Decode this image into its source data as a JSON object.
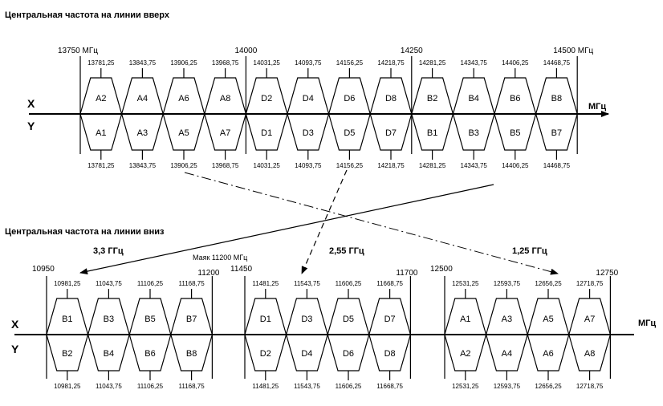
{
  "uplink": {
    "title": "Центральная частота на линии вверх",
    "edges": [
      "13750 МГц",
      "14000",
      "14250",
      "14500 МГц"
    ],
    "x_label": "X",
    "y_label": "Y",
    "unit": "МГц",
    "x_channels": [
      "A2",
      "A4",
      "A6",
      "A8",
      "D2",
      "D4",
      "D6",
      "D8",
      "B2",
      "B4",
      "B6",
      "B8"
    ],
    "y_channels": [
      "A1",
      "A3",
      "A5",
      "A7",
      "D1",
      "D3",
      "D5",
      "D7",
      "B1",
      "B3",
      "B5",
      "B7"
    ],
    "freqs": [
      "13781,25",
      "13843,75",
      "13906,25",
      "13968,75",
      "14031,25",
      "14093,75",
      "14156,25",
      "14218,75",
      "14281,25",
      "14343,75",
      "14406,25",
      "14468,75"
    ]
  },
  "downlink": {
    "title": "Центральная частота на линии вниз",
    "x_label": "X",
    "y_label": "Y",
    "unit": "МГц",
    "beacon": "Маяк 11200 МГц",
    "groups": [
      {
        "edges": [
          "10950",
          "11200"
        ],
        "x_channels": [
          "B1",
          "B3",
          "B5",
          "B7"
        ],
        "y_channels": [
          "B2",
          "B4",
          "B6",
          "B8"
        ],
        "freqs": [
          "10981,25",
          "11043,75",
          "11106,25",
          "11168,75"
        ]
      },
      {
        "edges": [
          "11450",
          "11700"
        ],
        "x_channels": [
          "D1",
          "D3",
          "D5",
          "D7"
        ],
        "y_channels": [
          "D2",
          "D4",
          "D6",
          "D8"
        ],
        "freqs": [
          "11481,25",
          "11543,75",
          "11606,25",
          "11668,75"
        ]
      },
      {
        "edges": [
          "12500",
          "12750"
        ],
        "x_channels": [
          "A1",
          "A3",
          "A5",
          "A7"
        ],
        "y_channels": [
          "A2",
          "A4",
          "A6",
          "A8"
        ],
        "freqs": [
          "12531,25",
          "12593,75",
          "12656,25",
          "12718,75"
        ]
      }
    ]
  },
  "translations": {
    "b_offset": "3,3 ГГц",
    "d_offset": "2,55 ГГц",
    "a_offset": "1,25 ГГц"
  }
}
